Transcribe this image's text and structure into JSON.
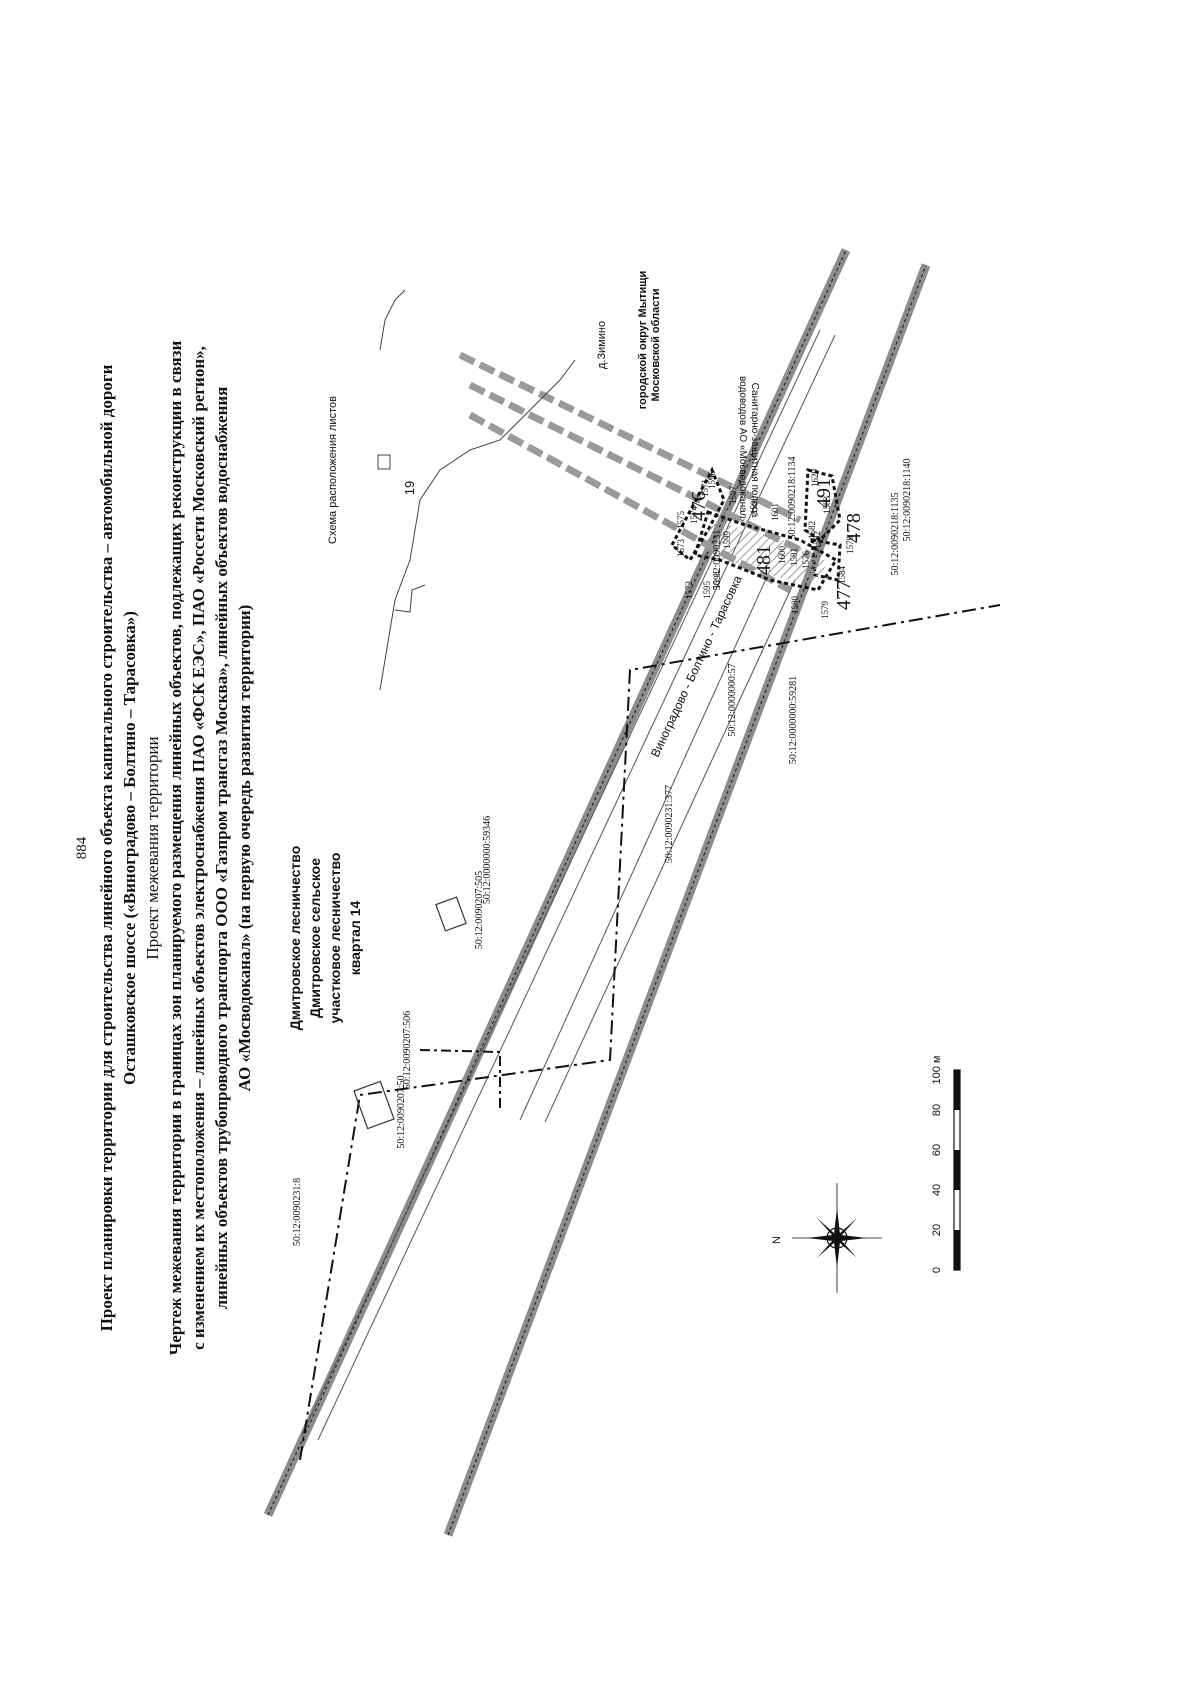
{
  "page": {
    "number": "884",
    "title_lines": [
      "Проект планировки территории для строительства линейного объекта капитального строительства – автомобильной дороги",
      "Осташковское шоссе («Виноградово – Болтино – Тарасовка»)",
      "Проект межевания территории",
      "Чертеж межевания территории в границах зон планируемого размещения линейных объектов, подлежащих реконструкции в связи",
      "с изменением их местоположения – линейных объектов электроснабжения ПАО «ФСК ЕЭС», ПАО «Россети Московский регион»,",
      "линейных объектов трубопроводного транспорта ООО «Газпром трансгаз Москва», линейных объектов водоснабжения",
      "АО «Мосводоканал» (на первую очередь развития территории)"
    ]
  },
  "map": {
    "forestry_label_lines": [
      "Дмитровское лесничество",
      "Дмитровское сельское",
      "участковое лесничество",
      "квартал 14"
    ],
    "sheet_scheme_label": "Схема расположения листов",
    "sheet_numbers": [
      "19"
    ],
    "village_label": "д.Зимино",
    "district_label_lines": [
      "городской округ Мытищи",
      "Московской области"
    ],
    "road_label": "Виноградово - Болтино - Тарасовка",
    "sanitary_zone_lines": [
      "Санитарно-защитная полоса",
      "водоводов АО «Мосводоканал»"
    ],
    "parcel_labels": [
      "50:12:0090231:8",
      "50:12:0090207:506",
      "50:12:0090207:50",
      "50:12:0090207:505",
      "50:12:0000000:59346",
      "50:12:0090231:377",
      "50:12:0000000:59281",
      "50:12:0000000:57",
      "50:12:0090218:1134",
      "50:12:0090218:1135",
      "50:12:0090218:1140",
      "50:12:0090231"
    ],
    "zone_numbers": [
      "476",
      "481",
      "491",
      "478",
      "477"
    ],
    "point_labels": [
      "1573",
      "1575",
      "1574",
      "1572",
      "1595",
      "1594",
      "1599",
      "1598",
      "1601",
      "1600",
      "1581",
      "1576",
      "1582",
      "1583",
      "1578",
      "1584",
      "1579",
      "1580",
      "1596",
      "1597",
      "1571",
      "1592",
      "1629"
    ],
    "scale_bar": {
      "ticks": [
        "0",
        "20",
        "40",
        "60",
        "80",
        "100 м"
      ]
    },
    "north_label": "N"
  },
  "colors": {
    "ink": "#111111",
    "road_gray": "#8c8c8c",
    "pipe_gray": "#9a9a9a",
    "hatch": "#b5b5b5"
  }
}
